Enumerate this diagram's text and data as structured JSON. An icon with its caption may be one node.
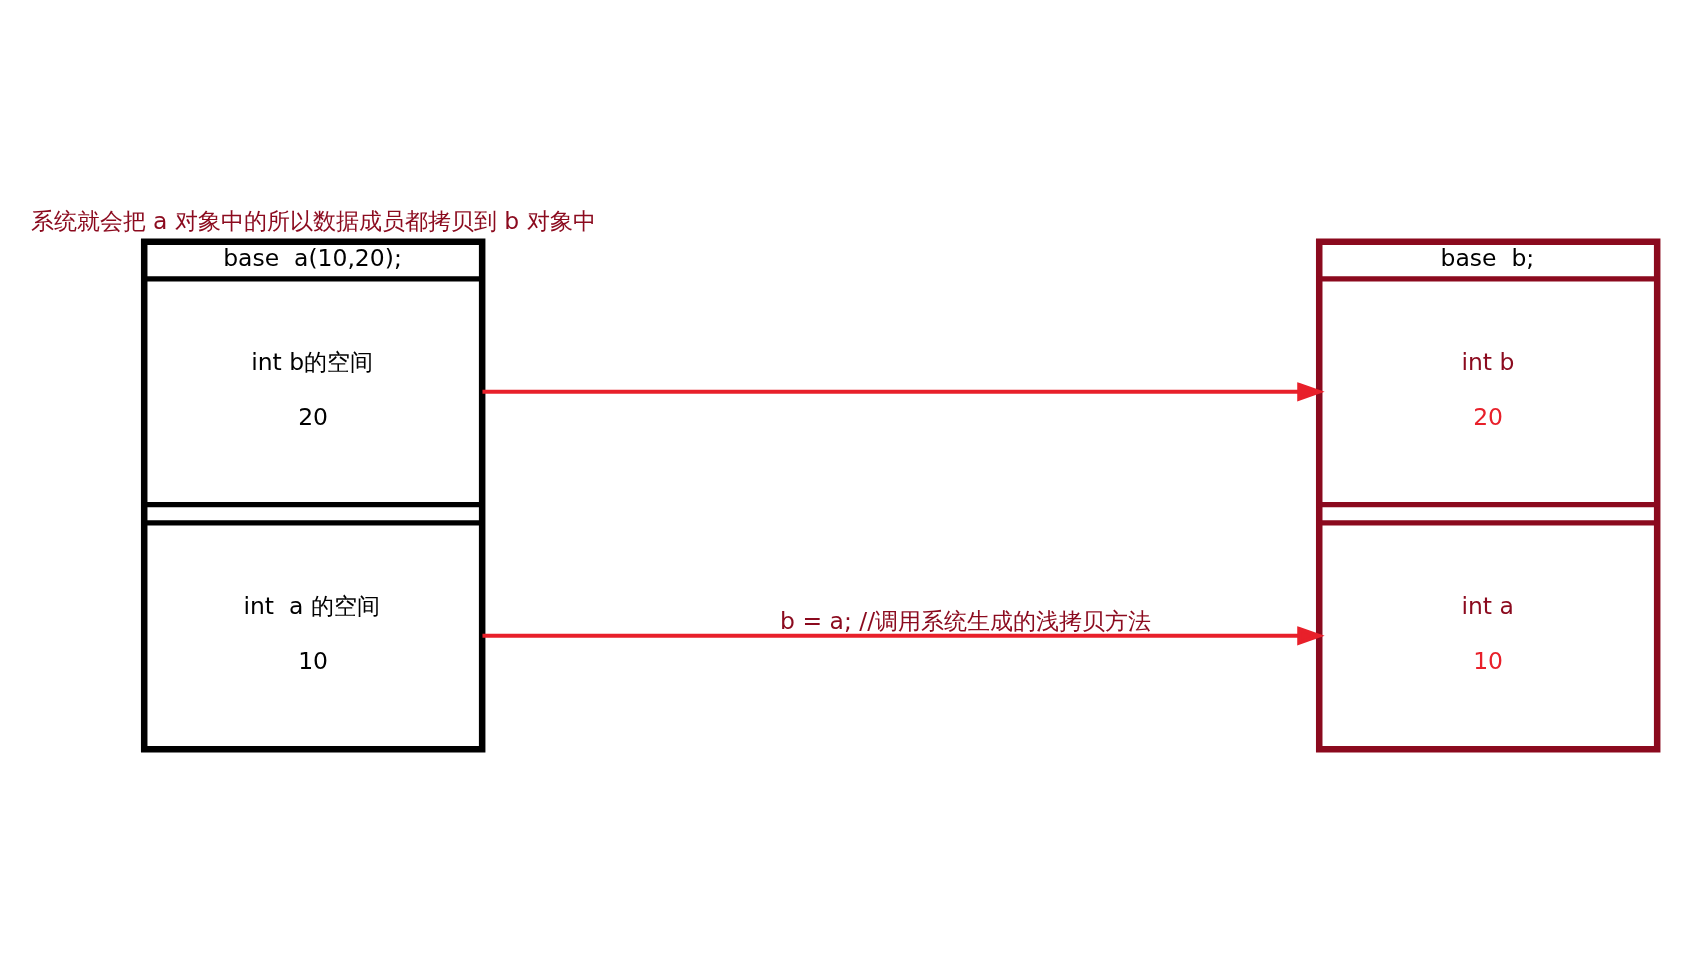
{
  "diagram": {
    "nodes": [
      {
        "text": [
          "base  a(10,20);"
        ]
      },
      {
        "text": [
          "int  a 的空间",
          "10"
        ],
        "in": 0
      },
      {
        "text": [
          "int b的空间",
          "20"
        ],
        "in": 0
      },
      {
        "text": [
          "base  b;"
        ]
      },
      {
        "text": [
          "int a",
          "10"
        ],
        "in": 3
      },
      {
        "text": [
          "int b",
          "20"
        ],
        "in": 3
      }
    ],
    "edges": [
      {
        "from": 1,
        "to": 4,
        "arrow": "to",
        "label": "b = a; //调用系统生成的浅拷贝方法"
      },
      {
        "from": 2,
        "to": 5,
        "arrow": "to"
      }
    ],
    "labels": [
      "系统就会把 a 对象中的所以数据成员都拷贝到 b 对象中"
    ]
  }
}
